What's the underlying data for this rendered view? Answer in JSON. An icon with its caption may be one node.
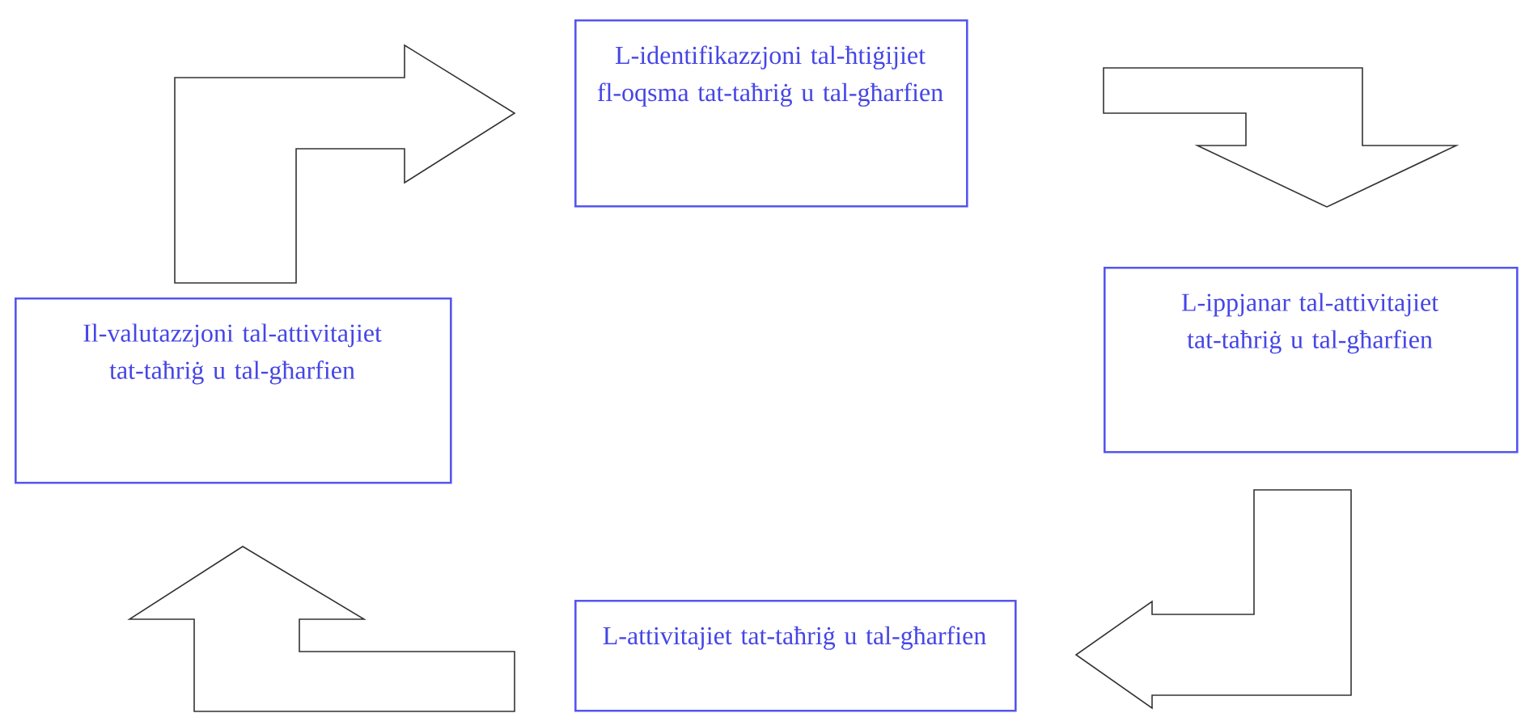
{
  "diagram": {
    "nodes": [
      {
        "text": [
          "L-identifikazzjoni tal-ħtiġijiet fl-oqsma tat-taħriġ u tal-għarfien"
        ]
      },
      {
        "text": [
          "L-ippjanar tal-attivitajiet tat-taħriġ u tal-għarfien"
        ]
      },
      {
        "text": [
          "L-attivitajiet tat-taħriġ u tal-għarfien"
        ]
      },
      {
        "text": [
          "Il-valutazzjoni tal-attivitajiet tat-taħriġ u tal-għarfien"
        ]
      }
    ],
    "edges": [
      {
        "from": 0,
        "to": 1,
        "arrow": "to"
      },
      {
        "from": 1,
        "to": 2,
        "arrow": "to"
      },
      {
        "from": 2,
        "to": 3,
        "arrow": "to"
      },
      {
        "from": 3,
        "to": 0,
        "arrow": "to"
      }
    ]
  }
}
